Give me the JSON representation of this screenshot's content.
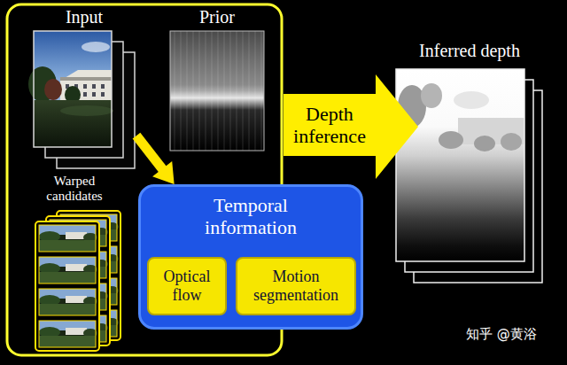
{
  "diagram": {
    "nodes": [
      {
        "text": [
          "Input"
        ]
      },
      {
        "text": [
          "Prior"
        ]
      },
      {
        "text": [
          "Warped candidates"
        ]
      },
      {
        "text": [
          "Temporal information"
        ]
      },
      {
        "text": [
          "Optical flow"
        ],
        "in": 3
      },
      {
        "text": [
          "Motion segmentation"
        ],
        "in": 3
      },
      {
        "text": [
          "Depth inference"
        ]
      },
      {
        "text": [
          "Inferred depth"
        ]
      }
    ],
    "edges": [
      {
        "from": 0,
        "to": 3,
        "arrow": "to"
      }
    ],
    "labels": [
      "知乎 @黄浴"
    ]
  }
}
